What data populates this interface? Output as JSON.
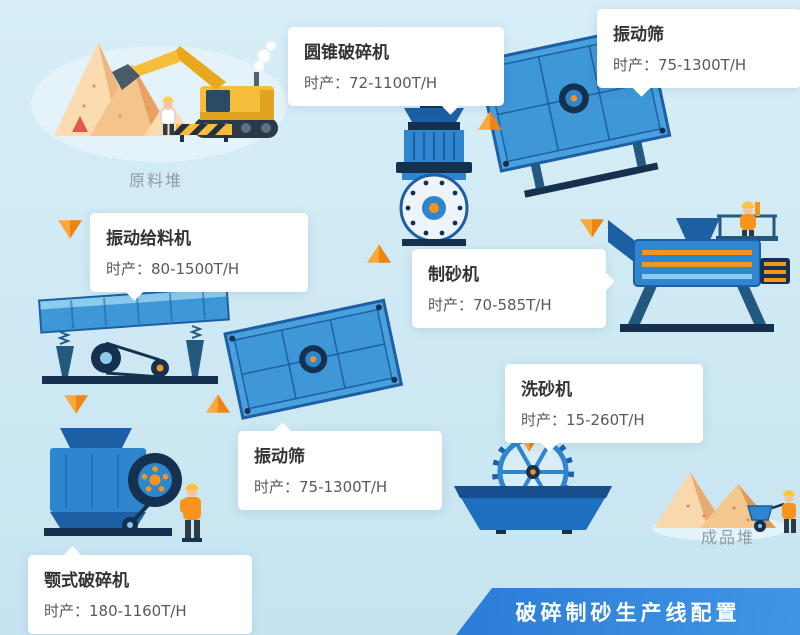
{
  "banner": {
    "label": "破碎制砂生产线配置"
  },
  "piles": {
    "raw": "原料堆",
    "product": "成品堆"
  },
  "callouts": {
    "feeder": {
      "title": "振动给料机",
      "capacity": "时产：80-1500T/H"
    },
    "jaw_crusher": {
      "title": "颚式破碎机",
      "capacity": "时产：180-1160T/H"
    },
    "cone_crusher": {
      "title": "圆锥破碎机",
      "capacity": "时产：72-1100T/H"
    },
    "screen_top": {
      "title": "振动筛",
      "capacity": "时产：75-1300T/H"
    },
    "screen_mid": {
      "title": "振动筛",
      "capacity": "时产：75-1300T/H"
    },
    "sand_maker": {
      "title": "制砂机",
      "capacity": "时产：70-585T/H"
    },
    "sand_washer": {
      "title": "洗砂机",
      "capacity": "时产：15-260T/H"
    }
  },
  "colors": {
    "background": "#cfe9f3",
    "banner_blue": "#2e7fd9",
    "machine_blue": "#2e86cf",
    "machine_dark_blue": "#16314f",
    "accent_orange": "#f7941e",
    "sand_tan": "#f6cf9e"
  }
}
